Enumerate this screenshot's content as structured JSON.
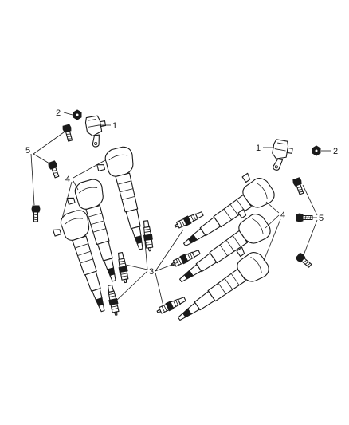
{
  "diagram": {
    "colors": {
      "line": "#1a1a1a",
      "background": "#ffffff"
    },
    "callouts": [
      {
        "id": "c1a",
        "label": "1"
      },
      {
        "id": "c2a",
        "label": "2"
      },
      {
        "id": "c5a",
        "label": "5"
      },
      {
        "id": "c4a",
        "label": "4"
      },
      {
        "id": "c3",
        "label": "3"
      },
      {
        "id": "c1b",
        "label": "1"
      },
      {
        "id": "c2b",
        "label": "2"
      },
      {
        "id": "c4b",
        "label": "4"
      },
      {
        "id": "c5b",
        "label": "5"
      }
    ]
  }
}
